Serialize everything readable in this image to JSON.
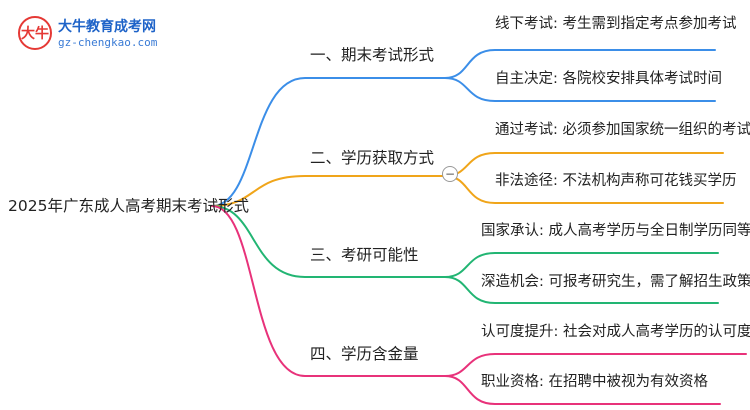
{
  "logo": {
    "badge_text": "大牛",
    "title": "大牛教育成考网",
    "url": "gz-chengkao.com"
  },
  "mindmap": {
    "root": "2025年广东成人高考期末考试形式",
    "collapse_symbol": "−",
    "branches": [
      {
        "label": "一、期末考试形式",
        "color": "#3b8ee8",
        "children": [
          "线下考试: 考生需到指定考点参加考试",
          "自主决定: 各院校安排具体考试时间"
        ]
      },
      {
        "label": "二、学历获取方式",
        "color": "#f0a51a",
        "children": [
          "通过考试: 必须参加国家统一组织的考试",
          "非法途径: 不法机构声称可花钱买学历"
        ]
      },
      {
        "label": "三、考研可能性",
        "color": "#22b573",
        "children": [
          "国家承认: 成人高考学历与全日制学历同等",
          "深造机会: 可报考研究生，需了解招生政策"
        ]
      },
      {
        "label": "四、学历含金量",
        "color": "#e8327a",
        "children": [
          "认可度提升: 社会对成人高考学历的认可度提高",
          "职业资格: 在招聘中被视为有效资格"
        ]
      }
    ]
  }
}
